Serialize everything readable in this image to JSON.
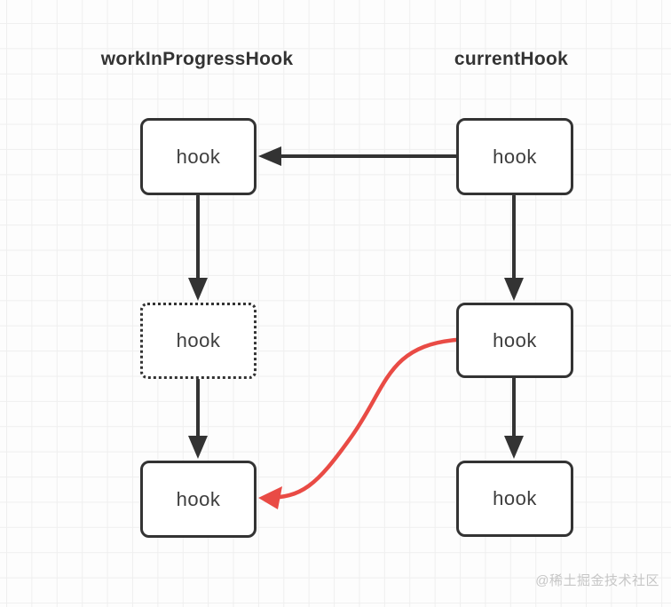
{
  "colors": {
    "stroke_dark": "#333333",
    "arrow_red": "#e94b45",
    "grid_line": "#efefef",
    "canvas_bg": "#fdfdfd",
    "box_fill": "#ffffff",
    "text_dark": "#3d3d3d",
    "title_color": "#333333",
    "watermark_gray": "#c6c6c6"
  },
  "diagram": {
    "columns": [
      {
        "title": "workInProgressHook",
        "nodes": [
          {
            "label": "hook",
            "border_style": "solid"
          },
          {
            "label": "hook",
            "border_style": "dotted"
          },
          {
            "label": "hook",
            "border_style": "solid"
          }
        ]
      },
      {
        "title": "currentHook",
        "nodes": [
          {
            "label": "hook",
            "border_style": "solid"
          },
          {
            "label": "hook",
            "border_style": "solid"
          },
          {
            "label": "hook",
            "border_style": "solid"
          }
        ]
      }
    ],
    "edges": [
      {
        "from": "currentHook.node1",
        "to": "workInProgressHook.node1",
        "color": "#333333",
        "shape": "straight"
      },
      {
        "from": "workInProgressHook.node1",
        "to": "workInProgressHook.node2",
        "color": "#333333",
        "shape": "straight"
      },
      {
        "from": "workInProgressHook.node2",
        "to": "workInProgressHook.node3",
        "color": "#333333",
        "shape": "straight"
      },
      {
        "from": "currentHook.node1",
        "to": "currentHook.node2",
        "color": "#333333",
        "shape": "straight"
      },
      {
        "from": "currentHook.node2",
        "to": "currentHook.node3",
        "color": "#333333",
        "shape": "straight"
      },
      {
        "from": "currentHook.node2",
        "to": "workInProgressHook.node3",
        "color": "#e94b45",
        "shape": "curved"
      }
    ]
  },
  "watermark": {
    "text": "@稀土掘金技术社区"
  }
}
